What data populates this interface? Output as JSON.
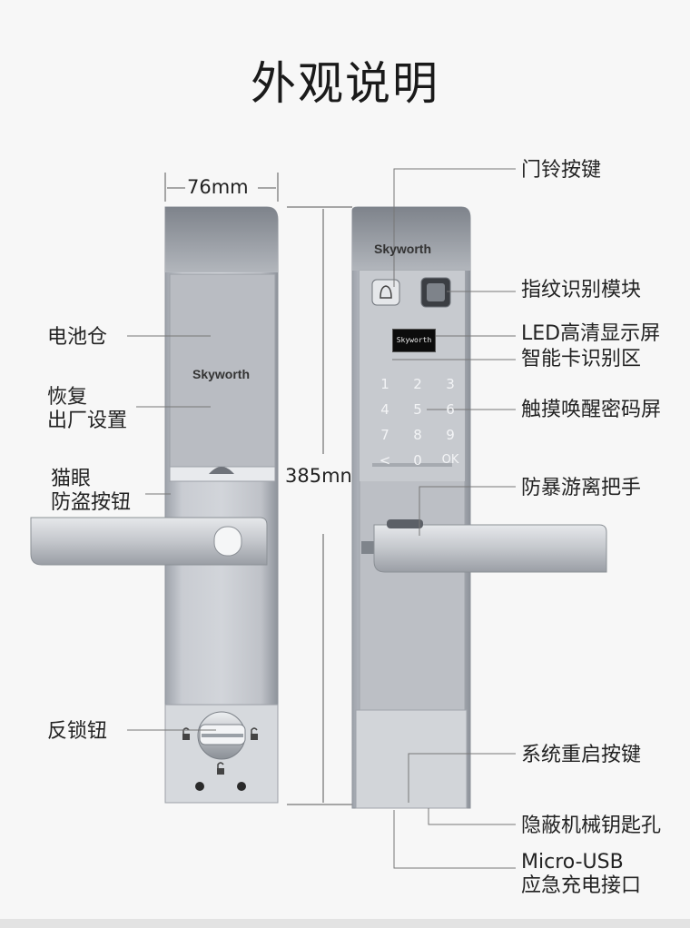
{
  "title": "外观说明",
  "brand": "Skyworth",
  "screen_text": "Skyworth",
  "dimensions": {
    "width": "76mm",
    "height": "385mn"
  },
  "keypad": [
    "1",
    "2",
    "3",
    "4",
    "5",
    "6",
    "7",
    "8",
    "9",
    "<",
    "0",
    "OK"
  ],
  "left_labels": {
    "battery": "电池仓",
    "reset_1": "恢复",
    "reset_2": "出厂设置",
    "peephole_1": "猫眼",
    "peephole_2": "防盗按钮",
    "lock_knob": "反锁钮"
  },
  "right_labels": {
    "doorbell": "门铃按键",
    "fingerprint": "指纹识别模块",
    "led": "LED高清显示屏",
    "card": "智能卡识别区",
    "touch": "触摸唤醒密码屏",
    "handle": "防暴游离把手",
    "restart": "系统重启按键",
    "keyhole": "隐蔽机械钥匙孔",
    "usb_1": "Micro-USB",
    "usb_2": "应急充电接口"
  },
  "colors": {
    "metal_light": "#c9ccd2",
    "metal_dark": "#8e939b",
    "panel": "#b6b9bf",
    "screen": "#0c0c0c"
  }
}
